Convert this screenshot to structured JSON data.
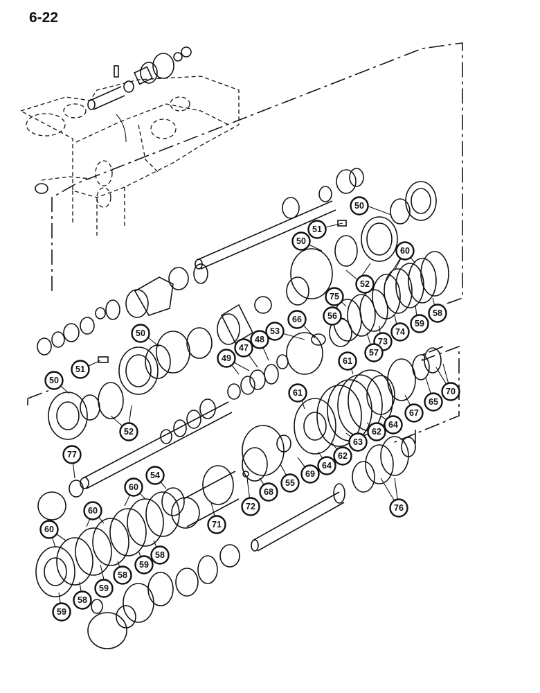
{
  "page": {
    "number": "6-22"
  },
  "callouts": [
    "50",
    "50",
    "51",
    "52",
    "60",
    "58",
    "59",
    "74",
    "73",
    "57",
    "56",
    "75",
    "66",
    "53",
    "48",
    "47",
    "49",
    "50",
    "51",
    "50",
    "52",
    "61",
    "61",
    "67",
    "65",
    "70",
    "62",
    "64",
    "63",
    "62",
    "64",
    "69",
    "55",
    "68",
    "72",
    "71",
    "54",
    "60",
    "60",
    "60",
    "58",
    "59",
    "58",
    "59",
    "58",
    "59",
    "77",
    "76"
  ]
}
